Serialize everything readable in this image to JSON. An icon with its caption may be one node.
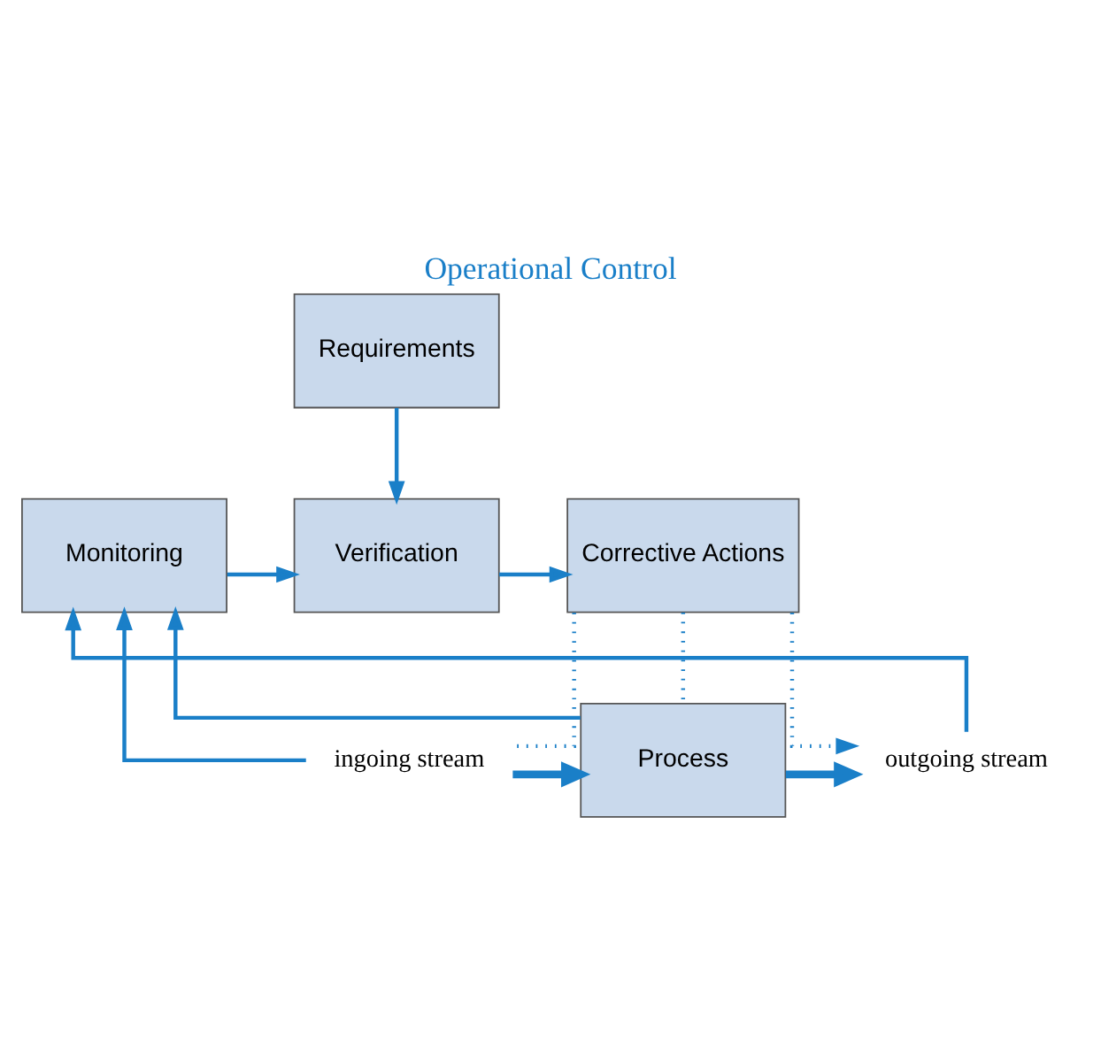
{
  "diagram": {
    "title": "Operational Control",
    "nodes": [
      {
        "text": [
          "Requirements"
        ]
      },
      {
        "text": [
          "Monitoring"
        ]
      },
      {
        "text": [
          "Verification"
        ]
      },
      {
        "text": [
          "Corrective Actions"
        ]
      },
      {
        "text": [
          "Process"
        ]
      },
      {
        "text": [
          "ingoing stream"
        ]
      },
      {
        "text": [
          "outgoing stream"
        ]
      }
    ],
    "edges": [
      {
        "from": 0,
        "to": 2,
        "arrow": "to"
      },
      {
        "from": 1,
        "to": 2,
        "arrow": "to"
      },
      {
        "from": 2,
        "to": 3,
        "arrow": "to"
      },
      {
        "from": 5,
        "to": 4,
        "arrow": "to",
        "style": "thick"
      },
      {
        "from": 4,
        "to": 6,
        "arrow": "to",
        "style": "thick"
      },
      {
        "from": 5,
        "to": 1,
        "arrow": "to"
      },
      {
        "from": 4,
        "to": 1,
        "arrow": "to"
      },
      {
        "from": 6,
        "to": 1,
        "arrow": "to"
      },
      {
        "from": 3,
        "to": 6,
        "arrow": "to",
        "style": "dashed"
      },
      {
        "from": 3,
        "to": 5,
        "arrow": "none",
        "style": "dashed"
      },
      {
        "from": 3,
        "to": 4,
        "arrow": "none",
        "style": "dashed"
      }
    ]
  }
}
